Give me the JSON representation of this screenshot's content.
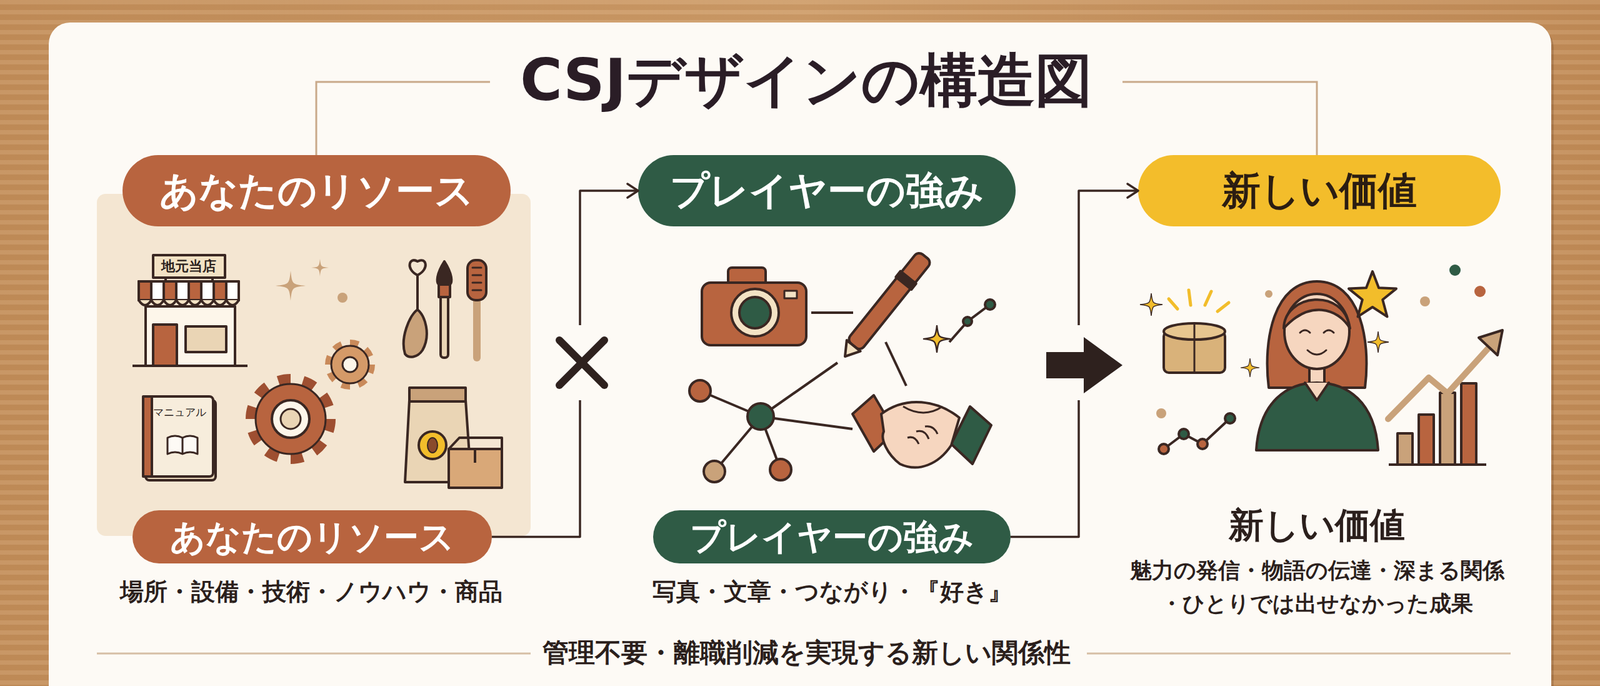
{
  "diagram": {
    "title": "CSJデザインの構造図",
    "nodes": [
      {
        "text": [
          "あなたのリソース"
        ]
      },
      {
        "text": [
          "あなたのリソース"
        ]
      },
      {
        "text": [
          "プレイヤーの強み"
        ]
      },
      {
        "text": [
          "プレイヤーの強み"
        ]
      },
      {
        "text": [
          "新しい価値"
        ]
      }
    ],
    "edges": [
      {
        "from": 1,
        "to": 2,
        "arrow": "to"
      },
      {
        "from": 3,
        "to": 4,
        "arrow": "to"
      }
    ],
    "labels": [
      "地元当店",
      "マニュアル",
      "場所・設備・技術・ノウハウ・商品",
      "写真・文章・つながり・『好き』",
      "新しい価値",
      "魅力の発信・物語の伝達・深まる関係 ・ひとりでは出せなかった成果",
      "管理不要・離職削減を実現する新しい関係性"
    ]
  }
}
